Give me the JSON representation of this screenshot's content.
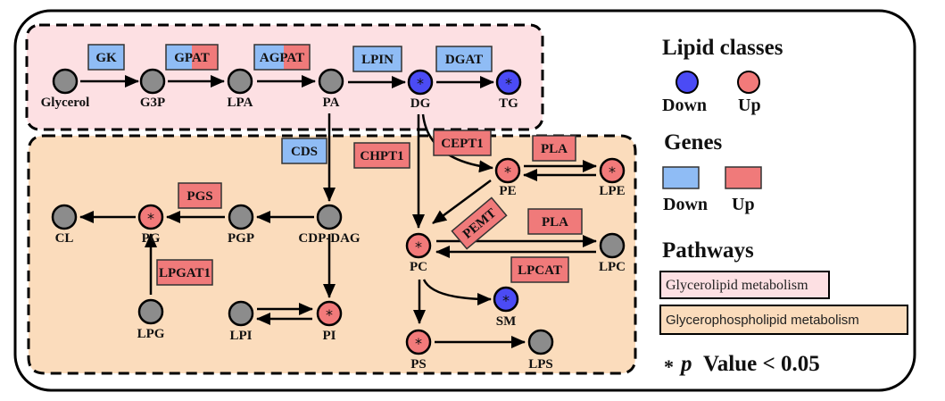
{
  "colors": {
    "down": "#4b4bf5",
    "up": "#f27a7a",
    "neutral": "#8c8c8c",
    "gene_down": "#8fbcf5",
    "gene_up": "#f07a7a",
    "glycerolipid_bg": "#fde0e3",
    "glycerophospholipid_bg": "#fbdcbc"
  },
  "nodes": [
    {
      "id": "Glycerol",
      "label": "Glycerol",
      "status": "neutral",
      "significant": false
    },
    {
      "id": "G3P",
      "label": "G3P",
      "status": "neutral",
      "significant": false
    },
    {
      "id": "LPA",
      "label": "LPA",
      "status": "neutral",
      "significant": false
    },
    {
      "id": "PA",
      "label": "PA",
      "status": "neutral",
      "significant": false
    },
    {
      "id": "DG",
      "label": "DG",
      "status": "down",
      "significant": true
    },
    {
      "id": "TG",
      "label": "TG",
      "status": "down",
      "significant": true
    },
    {
      "id": "CDP-DAG",
      "label": "CDP-DAG",
      "status": "neutral",
      "significant": false
    },
    {
      "id": "PGP",
      "label": "PGP",
      "status": "neutral",
      "significant": false
    },
    {
      "id": "PG",
      "label": "PG",
      "status": "up",
      "significant": true
    },
    {
      "id": "CL",
      "label": "CL",
      "status": "neutral",
      "significant": false
    },
    {
      "id": "LPG",
      "label": "LPG",
      "status": "neutral",
      "significant": false
    },
    {
      "id": "LPI",
      "label": "LPI",
      "status": "neutral",
      "significant": false
    },
    {
      "id": "PI",
      "label": "PI",
      "status": "up",
      "significant": true
    },
    {
      "id": "PE",
      "label": "PE",
      "status": "up",
      "significant": true
    },
    {
      "id": "LPE",
      "label": "LPE",
      "status": "up",
      "significant": true
    },
    {
      "id": "PC",
      "label": "PC",
      "status": "up",
      "significant": true
    },
    {
      "id": "LPC",
      "label": "LPC",
      "status": "neutral",
      "significant": false
    },
    {
      "id": "SM",
      "label": "SM",
      "status": "down",
      "significant": true
    },
    {
      "id": "PS",
      "label": "PS",
      "status": "up",
      "significant": true
    },
    {
      "id": "LPS",
      "label": "LPS",
      "status": "neutral",
      "significant": false
    }
  ],
  "genes": [
    {
      "label": "GK",
      "status": "down"
    },
    {
      "label": "GPAT",
      "status": "mixed"
    },
    {
      "label": "AGPAT",
      "status": "mixed"
    },
    {
      "label": "LPIN",
      "status": "down"
    },
    {
      "label": "DGAT",
      "status": "down"
    },
    {
      "label": "CDS",
      "status": "down"
    },
    {
      "label": "CHPT1",
      "status": "up"
    },
    {
      "label": "CEPT1",
      "status": "up"
    },
    {
      "label": "PLA",
      "status": "up"
    },
    {
      "label": "PGS",
      "status": "up"
    },
    {
      "label": "PEMT",
      "status": "up"
    },
    {
      "label": "PLA",
      "status": "up"
    },
    {
      "label": "LPGAT1",
      "status": "up"
    },
    {
      "label": "LPCAT",
      "status": "up"
    }
  ],
  "significance_marker": "*",
  "legend": {
    "lipid_title": "Lipid classes",
    "lipid_down": "Down",
    "lipid_up": "Up",
    "genes_title": "Genes",
    "genes_down": "Down",
    "genes_up": "Up",
    "pathways_title": "Pathways",
    "pathway_1": "Glycerolipid metabolism",
    "pathway_2": "Glycerophospholipid metabolism",
    "pvalue_star": "*",
    "pvalue_p": "p",
    "pvalue_text": "Value < 0.05"
  }
}
